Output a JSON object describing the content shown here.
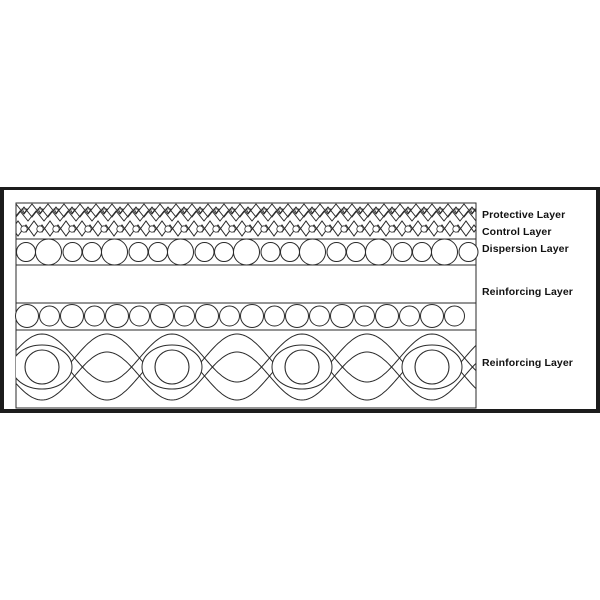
{
  "labels": {
    "protective": "Protective Layer",
    "control": "Control Layer",
    "dispersion": "Dispersion Layer",
    "reinforcing_upper": "Reinforcing Layer",
    "reinforcing_lower": "Reinforcing Layer"
  },
  "colors": {
    "frame": "#1c1c1c",
    "stroke": "#2a2a2a",
    "background": "#ffffff"
  }
}
